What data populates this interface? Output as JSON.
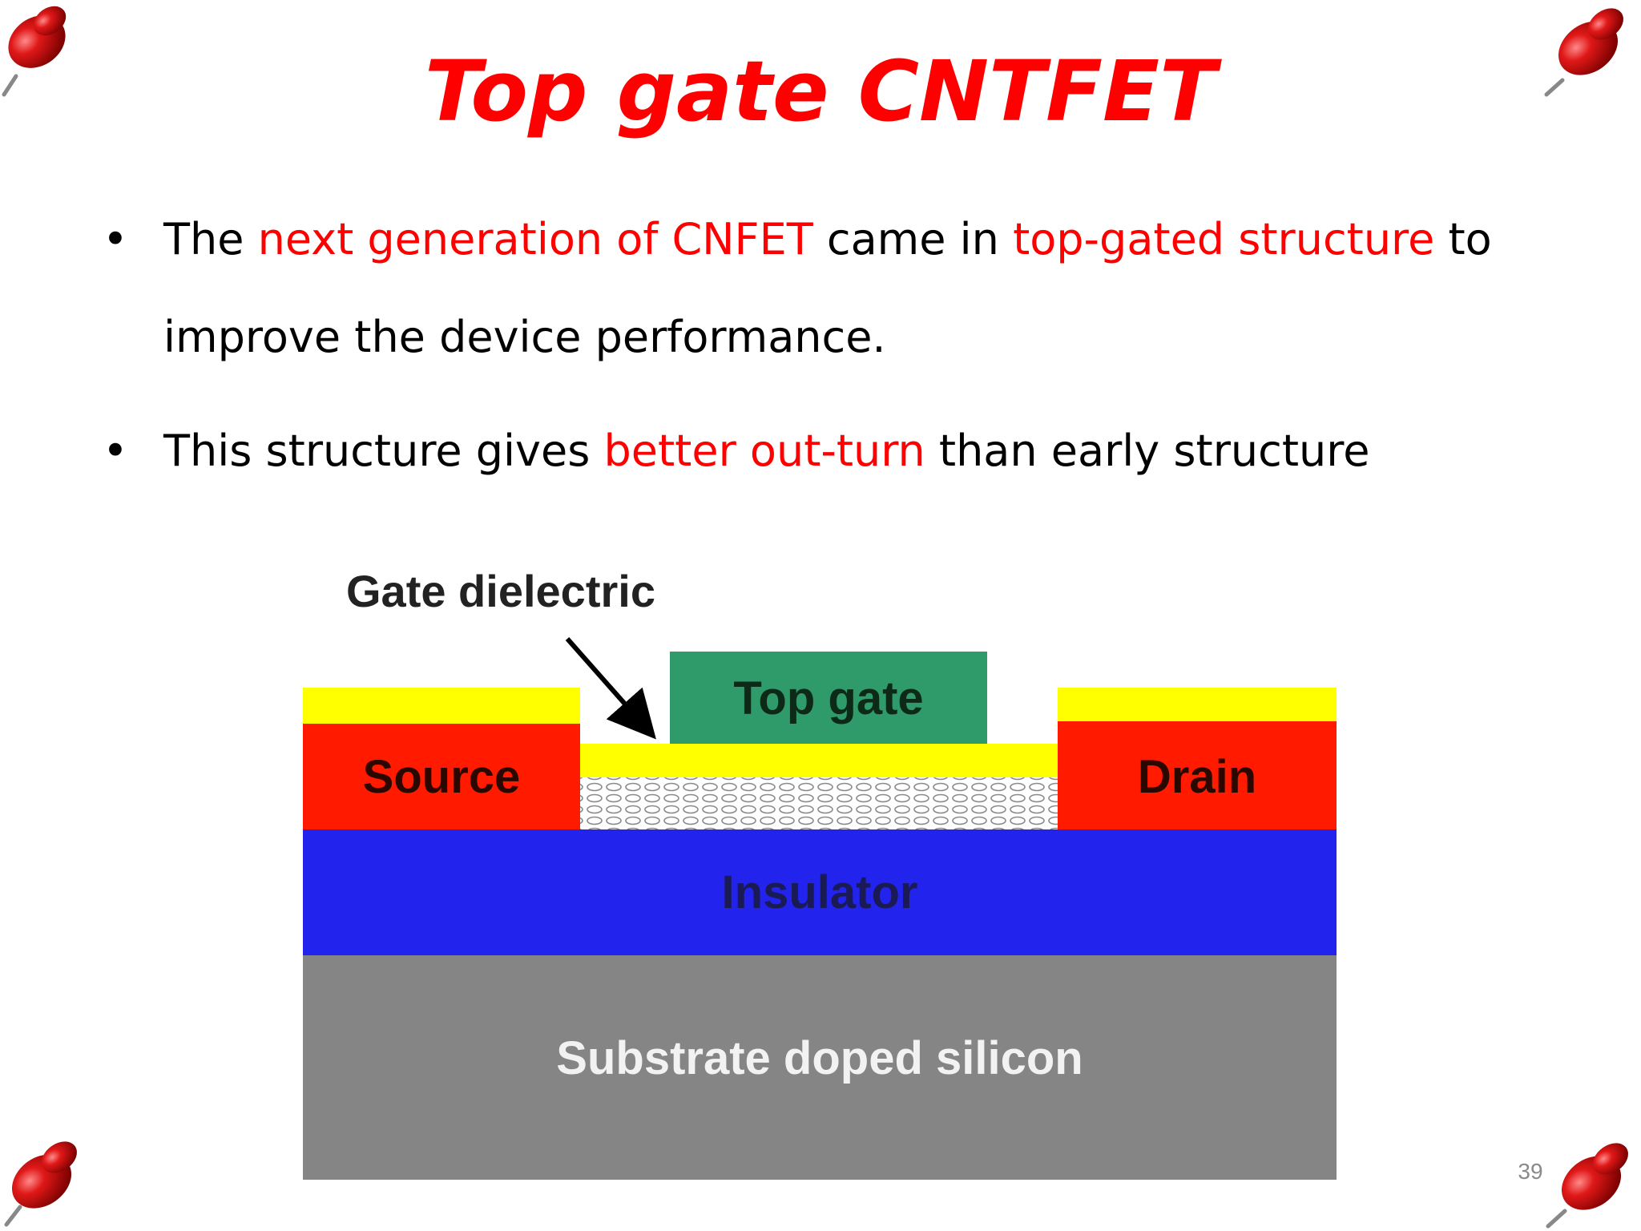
{
  "slide": {
    "title": "Top gate CNTFET",
    "page_number": "39",
    "bullets": [
      {
        "marker": "•",
        "segments": [
          {
            "text": "The ",
            "highlight": false
          },
          {
            "text": "next generation of CNFET",
            "highlight": true
          },
          {
            "text": " came in ",
            "highlight": false
          },
          {
            "text": "top-gated structure",
            "highlight": true
          },
          {
            "text": " to improve the device performance.",
            "highlight": false
          }
        ]
      },
      {
        "marker": "•",
        "segments": [
          {
            "text": "This structure gives ",
            "highlight": false
          },
          {
            "text": "better out-turn",
            "highlight": true
          },
          {
            "text": " than early structure",
            "highlight": false
          }
        ]
      }
    ]
  },
  "diagram": {
    "labels": {
      "gate_dielectric": "Gate dielectric",
      "top_gate": "Top gate",
      "source": "Source",
      "drain": "Drain",
      "insulator": "Insulator",
      "substrate": "Substrate doped silicon"
    }
  },
  "colors": {
    "title": "#ff0000",
    "highlight": "#ff0000",
    "body_text": "#000000",
    "pin": "#d01010",
    "top_gate": "#2f9a6a",
    "dielectric": "#ffff00",
    "source_drain": "#ff1a00",
    "insulator": "#2323ee",
    "substrate": "#858585"
  }
}
